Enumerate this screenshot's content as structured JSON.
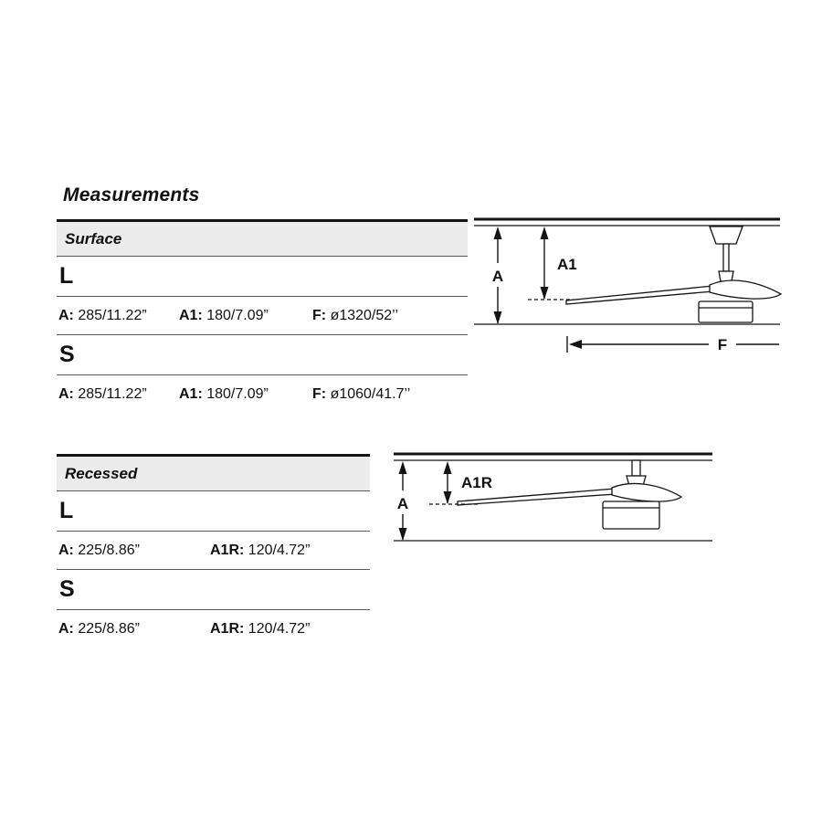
{
  "title": "Measurements",
  "surface": {
    "header": "Surface",
    "l_label": "L",
    "s_label": "S",
    "l_specs": [
      {
        "label": "A:",
        "value": "285/11.22”"
      },
      {
        "label": "A1:",
        "value": "180/7.09”"
      },
      {
        "label": "F:",
        "value": "ø1320/52’’"
      }
    ],
    "s_specs": [
      {
        "label": "A:",
        "value": "285/11.22”"
      },
      {
        "label": "A1:",
        "value": "180/7.09”"
      },
      {
        "label": "F:",
        "value": "ø1060/41.7’’"
      }
    ],
    "diagram": {
      "a": "A",
      "a1": "A1",
      "f": "F"
    }
  },
  "recessed": {
    "header": "Recessed",
    "l_label": "L",
    "s_label": "S",
    "l_specs": [
      {
        "label": "A:",
        "value": "225/8.86”"
      },
      {
        "label": "A1R:",
        "value": "120/4.72”"
      }
    ],
    "s_specs": [
      {
        "label": "A:",
        "value": "225/8.86”"
      },
      {
        "label": "A1R:",
        "value": "120/4.72”"
      }
    ],
    "diagram": {
      "a": "A",
      "a1r": "A1R"
    }
  }
}
